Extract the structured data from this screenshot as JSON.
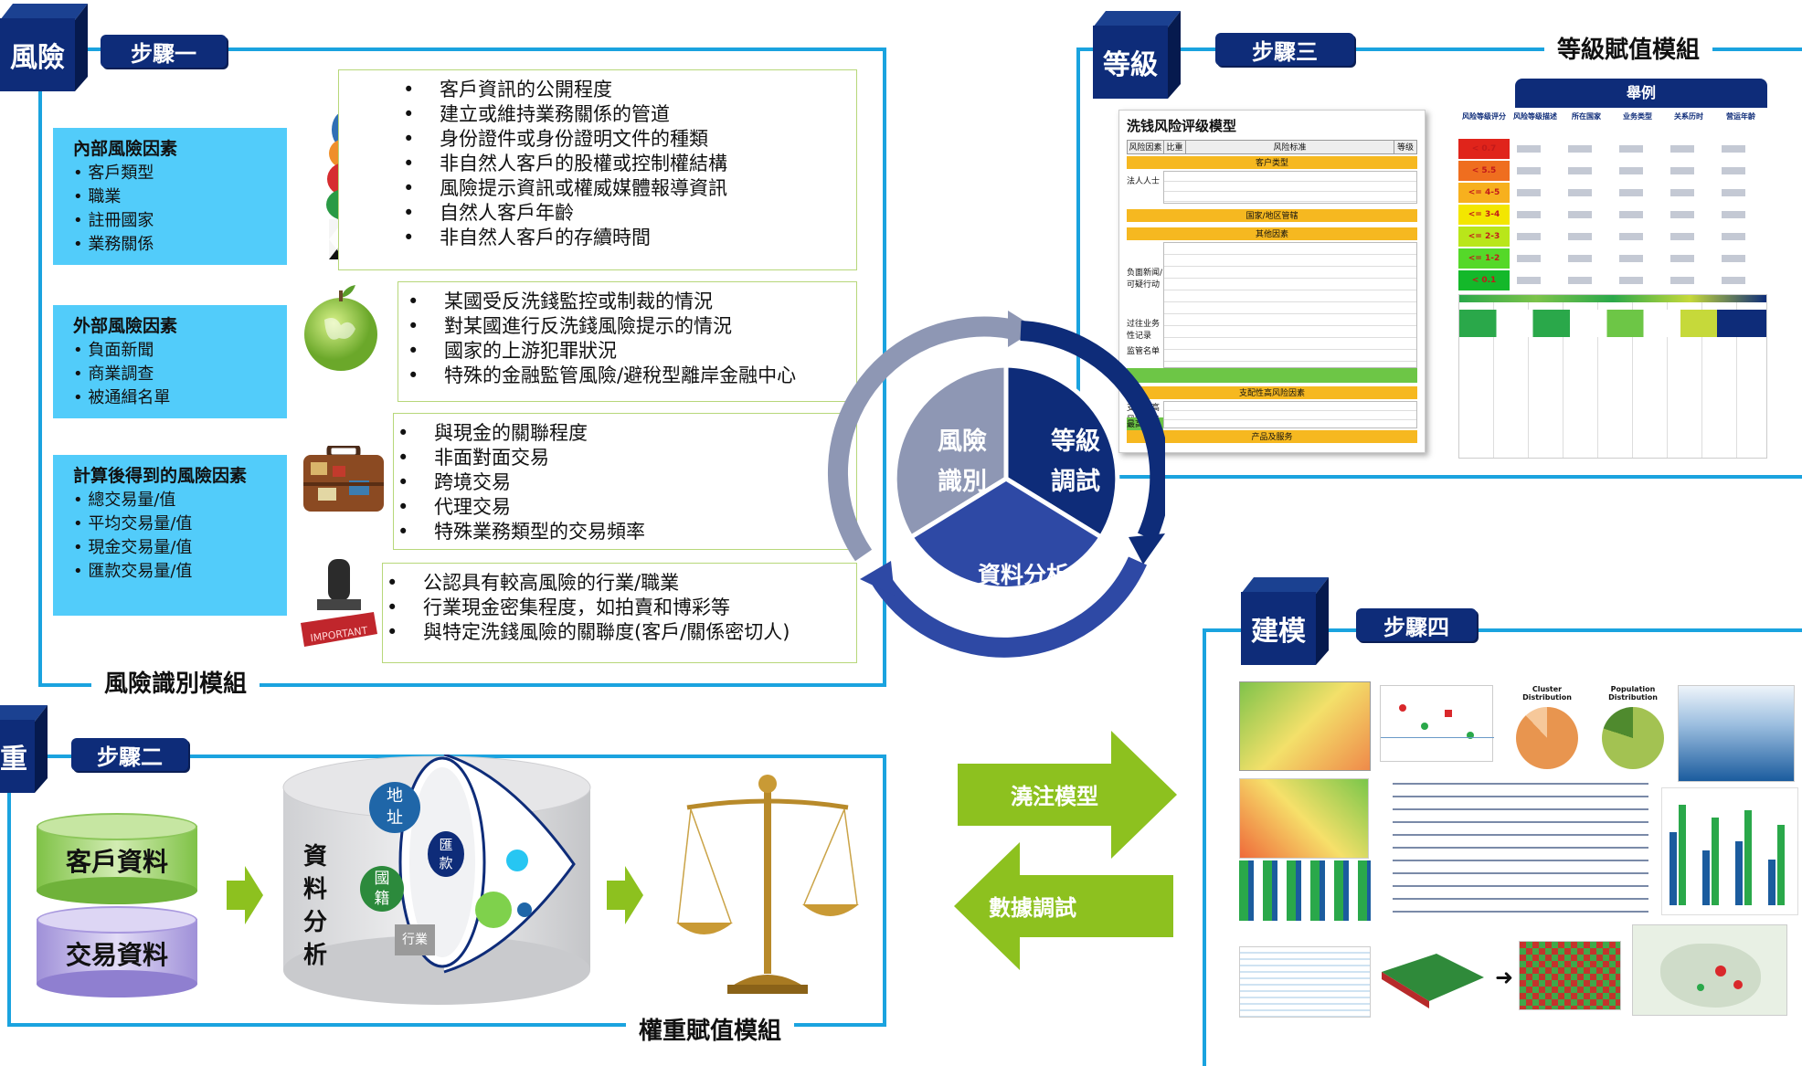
{
  "step1": {
    "badge": "風險",
    "step": "步驟一",
    "module": "風險識別模組",
    "factors": [
      {
        "title": "內部風險因素",
        "items": [
          "客戶類型",
          "職業",
          "註冊國家",
          "業務關係"
        ]
      },
      {
        "title": "外部風險因素",
        "items": [
          "負面新聞",
          "商業調查",
          "被通緝名單"
        ]
      },
      {
        "title": "計算後得到的風險因素",
        "items": [
          "總交易量/值",
          "平均交易量/值",
          "現金交易量/值",
          "匯款交易量/值"
        ]
      }
    ],
    "groups": [
      [
        "客戶資訊的公開程度",
        "建立或維持業務關係的管道",
        "身份證件或身份證明文件的種類",
        "非自然人客戶的股權或控制權結構",
        "風險提示資訊或權威媒體報導資訊",
        "自然人客戶年齡",
        "非自然人客戶的存續時間"
      ],
      [
        "某國受反洗錢監控或制裁的情況",
        "對某國進行反洗錢風險提示的情況",
        "國家的上游犯罪狀況",
        "特殊的金融監管風險/避稅型離岸金融中心"
      ],
      [
        "與現金的關聯程度",
        "非面對面交易",
        "跨境交易",
        "代理交易",
        "特殊業務類型的交易頻率"
      ],
      [
        "公認具有較高風險的行業/職業",
        "行業現金密集程度，如拍賣和博彩等",
        "與特定洗錢風險的關聯度(客戶/關係密切人)"
      ]
    ],
    "stamp_text": "IMPORTANT"
  },
  "step2": {
    "badge": "重",
    "step": "步驟二",
    "module": "權重賦值模組",
    "cyl1": "客戶資料",
    "cyl2": "交易資料",
    "analysis": [
      "資",
      "料",
      "分",
      "析"
    ],
    "bubbles": {
      "address": [
        "地",
        "址"
      ],
      "remit": [
        "匯",
        "款"
      ],
      "nation": [
        "國",
        "籍"
      ],
      "industry": "行業"
    }
  },
  "step3": {
    "badge": "等級",
    "step": "步驟三",
    "module": "等級賦值模組",
    "doc_title": "洗钱风险评级模型",
    "doc_headers": [
      "风险因素",
      "比重",
      "风险标准",
      "等级"
    ],
    "doc_sections": [
      "客户类型",
      "国家/地区管辖",
      "其他因素",
      "支配性高风险因素",
      "产品及服务"
    ],
    "doc_row_labels": [
      "法人人士",
      "负面新闻/可疑行动",
      "过往业务性记录",
      "监管名单",
      "支配性高风险因素",
      "最高风险评级"
    ],
    "example_title": "舉例",
    "example_headers": [
      "风险等级评分",
      "风险等级描述",
      "所在国家",
      "业务类型",
      "关系历时",
      "营运年龄"
    ],
    "example_levels": [
      "< 0.7",
      "< 5.5",
      "<= 4-5",
      "<= 3-4",
      "<= 2-3",
      "<= 1-2",
      "< 0.1"
    ],
    "level_colors": [
      "#e0241b",
      "#ef6e1f",
      "#f7b01e",
      "#f3e600",
      "#b9e61a",
      "#55d829",
      "#14b82a"
    ]
  },
  "step4": {
    "badge": "建模",
    "step": "步驟四",
    "thumb_titles": [
      "Cluster Distribution",
      "Population Distribution"
    ]
  },
  "center": {
    "identify": [
      "風險",
      "識別"
    ],
    "grading": [
      "等級",
      "調試"
    ],
    "analysis": "資料分析"
  },
  "arrows": {
    "forward": "澆注模型",
    "backward": "數據調試"
  },
  "colors": {
    "navy": "#0e2c79",
    "frame_blue": "#1aa3df",
    "factor_blue": "#52ccfa",
    "green": "#8dc11f",
    "gray_segment": "#8e97b4",
    "mid_blue": "#2e49a5"
  }
}
